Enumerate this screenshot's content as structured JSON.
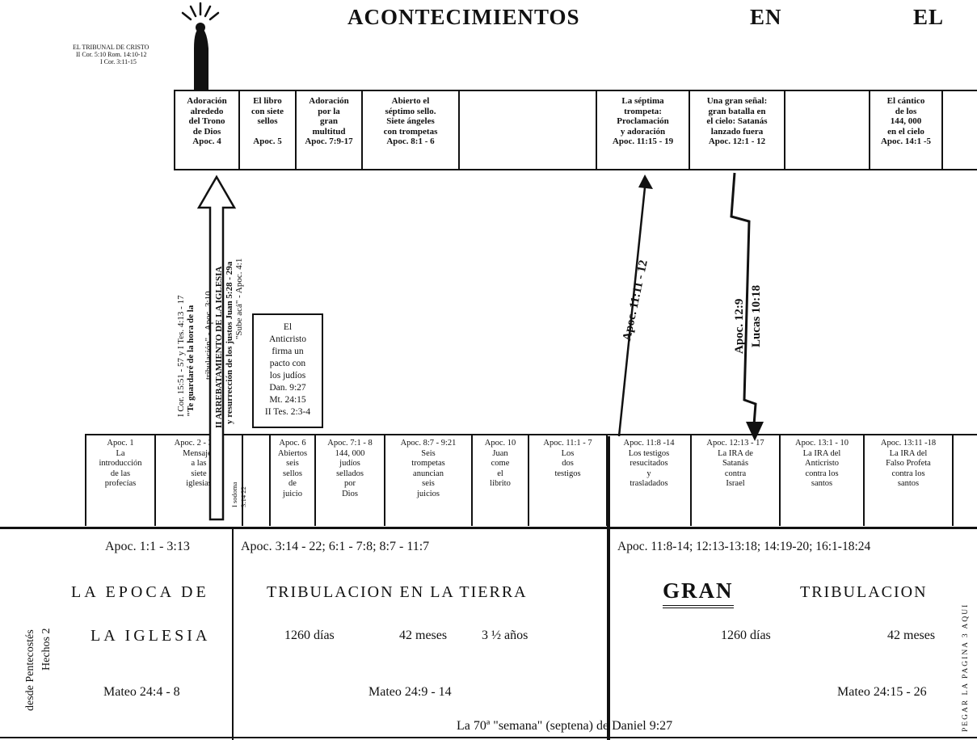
{
  "title": {
    "word1": "ACONTECIMIENTOS",
    "word2": "EN",
    "word3": "EL"
  },
  "tribunal": {
    "line1": "EL TRIBUNAL DE CRISTO",
    "line2": "II Cor. 5:10  Rom. 14:10-12",
    "line3": "I Cor. 3:11-15"
  },
  "heaven_events": [
    {
      "text": "Adoración\nalrededo\ndel Trono\nde Dios\nApoc.  4"
    },
    {
      "text": "El libro\ncon siete\nsellos\n\nApoc.  5"
    },
    {
      "text": "Adoración\npor la\ngran\nmultitud\nApoc. 7:9-17"
    },
    {
      "text": "Abierto el\nséptimo sello.\nSiete ángeles\ncon trompetas\nApoc. 8:1 - 6"
    },
    {
      "text": ""
    },
    {
      "text": "La séptima\ntrompeta:\nProclamación\ny adoración\nApoc. 11:15 - 19"
    },
    {
      "text": "Una gran señal:\ngran batalla en\nel cielo: Satanás\nlanzado fuera\nApoc. 12:1 - 12"
    },
    {
      "text": ""
    },
    {
      "text": "El cántico\nde los\n144, 000\nen el cielo\nApoc. 14:1 -5"
    }
  ],
  "earth_events": [
    {
      "text": "Apoc. 1\nLa\nintroducción\nde las\nprofecías"
    },
    {
      "text": "Apoc. 2 - 3:13\nMensajes\na las\nsiete\niglesias"
    },
    {
      "text": ""
    },
    {
      "text": "Apoc. 6\nAbiertos\nseis\nsellos\nde\njuicio"
    },
    {
      "text": "Apoc. 7:1 - 8\n144, 000\njudíos\nsellados\npor\nDios"
    },
    {
      "text": "Apoc. 8:7 - 9:21\nSeis\ntrompetas\nanuncian\nseis\njuicios"
    },
    {
      "text": "Apoc. 10\nJuan\ncome\nel\nlibrito"
    },
    {
      "text": "Apoc. 11:1 - 7\nLos\ndos\ntestigos"
    },
    {
      "text": "Apoc. 11:8 -14\nLos testigos\nresucitados\ny\ntrasladados"
    },
    {
      "text": "Apoc. 12:13 - 17\nLa IRA de\nSatanás\ncontra\nIsrael"
    },
    {
      "text": "Apoc. 13:1 - 10\nLa IRA del\nAnticristo\ncontra los\nsantos"
    },
    {
      "text": "Apoc. 13:11 -18\nLa IRA del\nFalso Profeta\ncontra los\nsantos"
    }
  ],
  "vertical_small": {
    "sodoma": "I sodoma",
    "ref": "3:14 22"
  },
  "rapture": {
    "line1": "I Cor. 15:51 - 57   y  I Tes. 4:13 - 17",
    "line2": "\"Te guardaré de la hora de la",
    "line3": "tribulación\" - Apoc. 3:10",
    "line4": "II  ARREBATAMIENTO DE LA IGLESIA",
    "line5": "y resurrección de los justos  Juan 5:28 - 29a",
    "line6": "\"Sube acá\" - Apoc. 4:1"
  },
  "antichrist": {
    "text": "El\nAnticristo\nfirma un\npacto con\nlos judíos\nDan. 9:27\nMt. 24:15\nII Tes. 2:3-4"
  },
  "arrow_labels": {
    "apoc11": "Apoc. 11:11 - 12",
    "apoc12": "Apoc. 12:9",
    "lucas": "Lucas 10:18"
  },
  "sections": {
    "church": {
      "refs": "Apoc. 1:1 - 3:13",
      "title1": "LA  EPOCA  DE",
      "title2": "LA  IGLESIA",
      "mateo": "Mateo 24:4 - 8"
    },
    "tribulation": {
      "refs": "Apoc. 3:14 - 22;     6:1 - 7:8;      8:7 - 11:7",
      "title": "TRIBULACION   EN   LA   TIERRA",
      "dias": "1260  días",
      "meses": "42  meses",
      "anos": "3 ½  años",
      "mateo": "Mateo 24:9 - 14"
    },
    "great": {
      "refs": "Apoc. 11:8-14;   12:13-13:18;   14:19-20;  16:1-18:24",
      "gran": "GRAN",
      "title": "TRIBULACION",
      "dias": "1260  días",
      "meses": "42  meses",
      "mateo": "Mateo  24:15 - 26"
    }
  },
  "left_vertical": {
    "line1": "desde Pentecostés",
    "line2": "Hechos  2"
  },
  "right_vertical": "PEGAR LA PAGINA 3 AQUI",
  "bottom_text": "La  70ª  \"semana\"  (septena)  de  Daniel  9:27"
}
